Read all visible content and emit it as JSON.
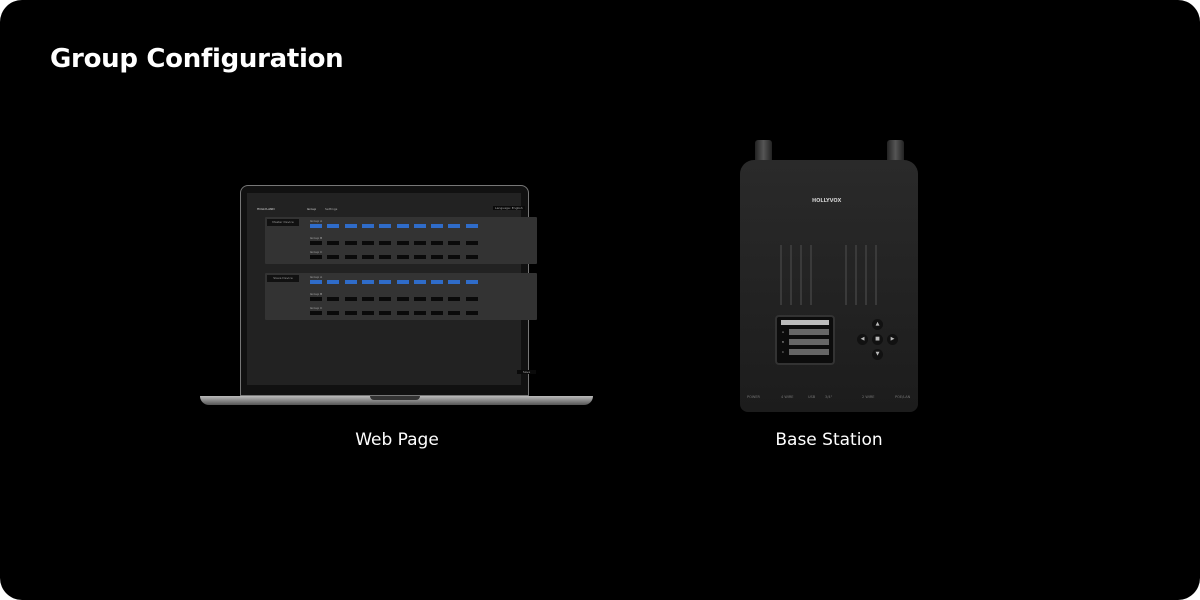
{
  "title": "Group Configuration",
  "captions": {
    "web": "Web Page",
    "base": "Base Station"
  },
  "web_ui": {
    "logo": "HOLLYLAND",
    "tabs": [
      "Group",
      "Settings"
    ],
    "language": "Language: English",
    "panels": [
      {
        "label": "Master Device",
        "groups": [
          "Group A",
          "Group B",
          "Group C"
        ]
      },
      {
        "label": "Slave Device",
        "groups": [
          "Group A",
          "Group B",
          "Group C"
        ]
      }
    ],
    "save": "Save"
  },
  "device": {
    "brand": "HOLLYVOX",
    "ports": [
      "POWER",
      "4 WIRE",
      "USB",
      "3/4\"",
      "2 WIRE",
      "POE/LAN"
    ],
    "lcd_rows": [
      "A",
      "B",
      "C"
    ]
  }
}
